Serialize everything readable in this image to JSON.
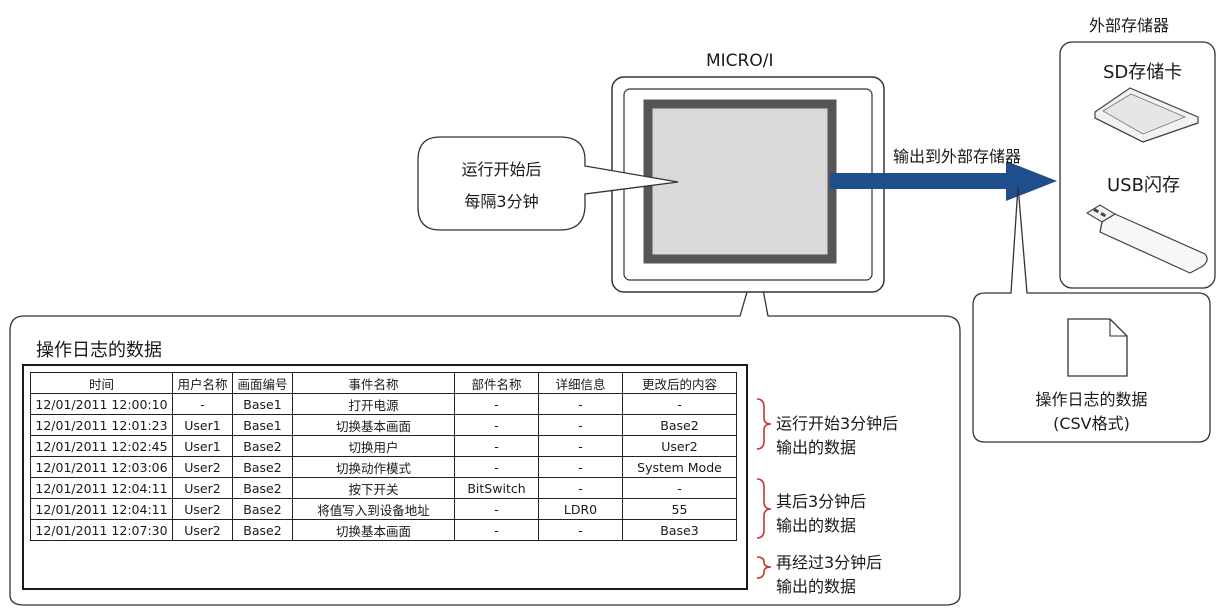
{
  "device": {
    "name": "MICRO/I"
  },
  "callout": {
    "line1": "运行开始后",
    "line2": "每隔3分钟"
  },
  "arrow": {
    "label": "输出到外部存储器"
  },
  "storage": {
    "title": "外部存储器",
    "sd_label": "SD存储卡",
    "usb_label": "USB闪存"
  },
  "file": {
    "line1": "操作日志的数据",
    "line2": "(CSV格式)"
  },
  "log": {
    "title": "操作日志的数据",
    "headers": [
      "时间",
      "用户名称",
      "画面编号",
      "事件名称",
      "部件名称",
      "详细信息",
      "更改后的内容"
    ],
    "rows": [
      [
        "12/01/2011 12:00:10",
        "-",
        "Base1",
        "打开电源",
        "-",
        "-",
        "-"
      ],
      [
        "12/01/2011 12:01:23",
        "User1",
        "Base1",
        "切换基本画面",
        "-",
        "-",
        "Base2"
      ],
      [
        "12/01/2011 12:02:45",
        "User1",
        "Base2",
        "切换用户",
        "-",
        "-",
        "User2"
      ],
      [
        "12/01/2011 12:03:06",
        "User2",
        "Base2",
        "切换动作模式",
        "-",
        "-",
        "System Mode"
      ],
      [
        "12/01/2011 12:04:11",
        "User2",
        "Base2",
        "按下开关",
        "BitSwitch",
        "-",
        "-"
      ],
      [
        "12/01/2011 12:04:11",
        "User2",
        "Base2",
        "将值写入到设备地址",
        "-",
        "LDR0",
        "55"
      ],
      [
        "12/01/2011 12:07:30",
        "User2",
        "Base2",
        "切换基本画面",
        "-",
        "-",
        "Base3"
      ]
    ]
  },
  "groups": [
    {
      "line1": "运行开始3分钟后",
      "line2": "输出的数据"
    },
    {
      "line1": "其后3分钟后",
      "line2": "输出的数据"
    },
    {
      "line1": "再经过3分钟后",
      "line2": "输出的数据"
    }
  ],
  "colors": {
    "arrow": "#1f4e8c",
    "bracket": "#c0392b",
    "screen_frame": "#555555",
    "screen_fill": "#d9d9d9"
  }
}
